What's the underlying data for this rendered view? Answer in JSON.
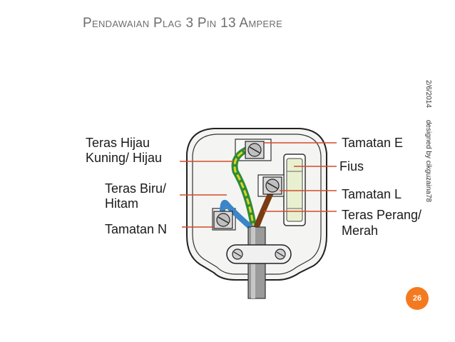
{
  "slide": {
    "title": "Pendawaian Plag 3 Pin 13 Ampere",
    "date": "2/6/2014",
    "credit": "designed by cikguzaina78",
    "page_number": "26"
  },
  "labels": {
    "left": {
      "green_yellow_line1": "Teras Hijau",
      "green_yellow_line2": "Kuning/ Hijau",
      "blue_line1": "Teras Biru/",
      "blue_line2": "Hitam",
      "neutral": "Tamatan N"
    },
    "right": {
      "earth": "Tamatan E",
      "fuse": "Fius",
      "live": "Tamatan L",
      "brown_line1": "Teras Perang/",
      "brown_line2": "Merah"
    }
  },
  "colors": {
    "accent": "#f47a20",
    "leader_line": "#d64a2a",
    "earth_wire_green": "#2e8b3a",
    "earth_wire_yellow": "#e2d21a",
    "neutral_wire": "#3a86c8",
    "live_wire": "#7a3b12",
    "fuse_body": "#e8f0d0"
  }
}
